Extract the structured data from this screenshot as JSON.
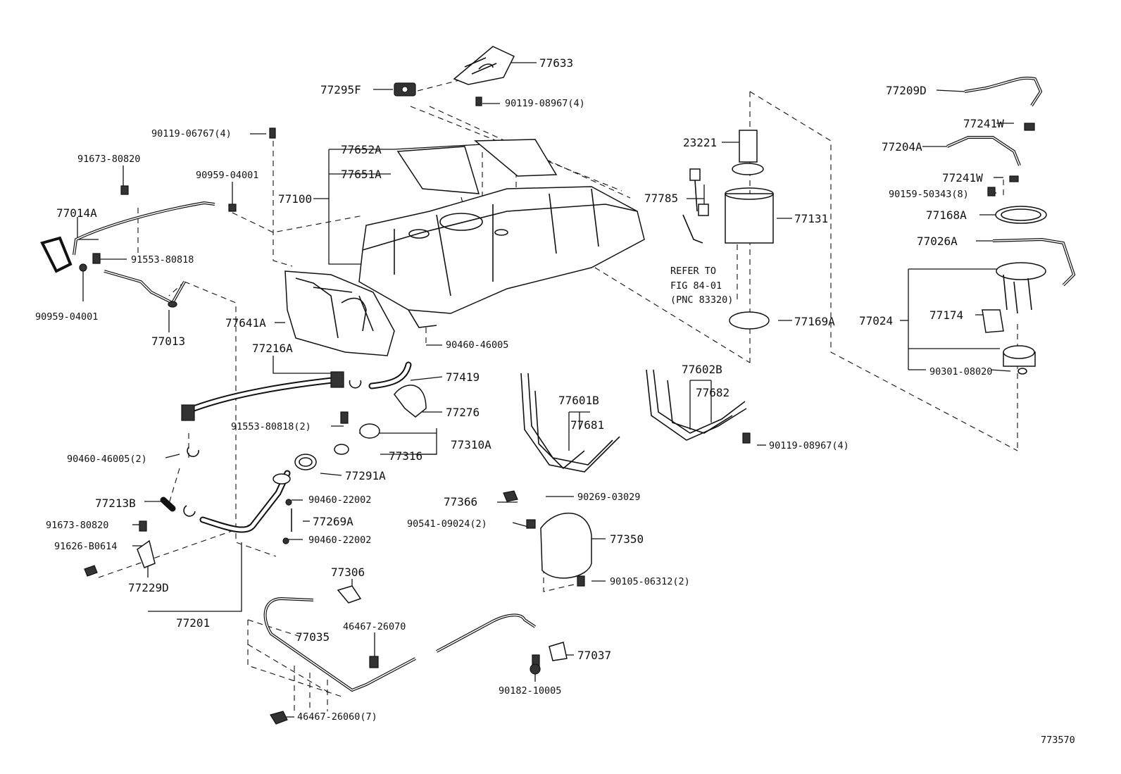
{
  "diagram": {
    "figure_number": "773570",
    "labels": {
      "l77633": "77633",
      "l77295F": "77295F",
      "l90119_08967_4a": "90119-08967(4)",
      "l90119_06767_4": "90119-06767(4)",
      "l77652A": "77652A",
      "l77651A": "77651A",
      "l77100": "77100",
      "l91673_80820a": "91673-80820",
      "l90959_04001a": "90959-04001",
      "l77014A": "77014A",
      "l91553_80818": "91553-80818",
      "l90959_04001b": "90959-04001",
      "l77013": "77013",
      "l77641A": "77641A",
      "l77216A": "77216A",
      "l90460_46005a": "90460-46005",
      "l77419": "77419",
      "l77276": "77276",
      "l91553_80818_2": "91553-80818(2)",
      "l77310A": "77310A",
      "l77316": "77316",
      "l90460_46005_2": "90460-46005(2)",
      "l77291A": "77291A",
      "l90460_22002a": "90460-22002",
      "l77269A": "77269A",
      "l90460_22002b": "90460-22002",
      "l77213B": "77213B",
      "l91673_80820b": "91673-80820",
      "l91626_B0614": "91626-B0614",
      "l77229D": "77229D",
      "l77201": "77201",
      "l77306": "77306",
      "l77035": "77035",
      "l46467_26070": "46467-26070",
      "l46467_26060_7": "46467-26060(7)",
      "l77037": "77037",
      "l90182_10005": "90182-10005",
      "l77366": "77366",
      "l90269_03029": "90269-03029",
      "l90541_09024_2": "90541-09024(2)",
      "l77350": "77350",
      "l90105_06312_2": "90105-06312(2)",
      "l77601B": "77601B",
      "l77681": "77681",
      "l77602B": "77602B",
      "l77682": "77682",
      "l90119_08967_4b": "90119-08967(4)",
      "l23221": "23221",
      "l77785": "77785",
      "l77131": "77131",
      "l77169A": "77169A",
      "refer1": "REFER TO",
      "refer2": "FIG 84-01",
      "refer3": "(PNC 83320)",
      "l77209D": "77209D",
      "l77241W_a": "77241W",
      "l77204A": "77204A",
      "l77241W_b": "77241W",
      "l90159_50343_8": "90159-50343(8)",
      "l77168A": "77168A",
      "l77026A": "77026A",
      "l77024": "77024",
      "l77174": "77174",
      "l90301_08020": "90301-08020"
    }
  }
}
